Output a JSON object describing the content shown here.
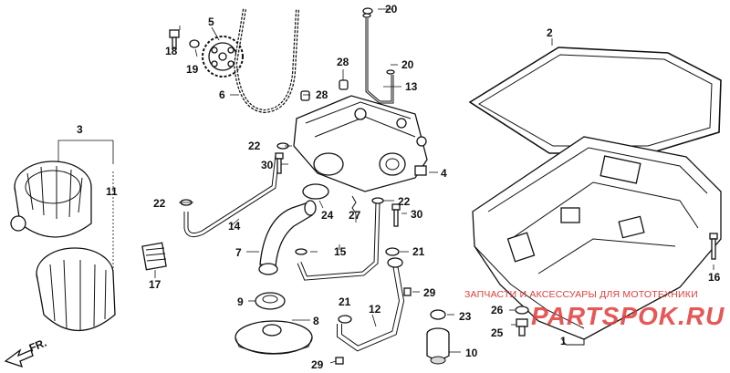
{
  "callouts": [
    {
      "id": "c1",
      "label": "1"
    },
    {
      "id": "c2",
      "label": "2"
    },
    {
      "id": "c3",
      "label": "3"
    },
    {
      "id": "c4",
      "label": "4"
    },
    {
      "id": "c5",
      "label": "5"
    },
    {
      "id": "c6",
      "label": "6"
    },
    {
      "id": "c7",
      "label": "7"
    },
    {
      "id": "c8",
      "label": "8"
    },
    {
      "id": "c9",
      "label": "9"
    },
    {
      "id": "c10",
      "label": "10"
    },
    {
      "id": "c11",
      "label": "11"
    },
    {
      "id": "c12",
      "label": "12"
    },
    {
      "id": "c13",
      "label": "13"
    },
    {
      "id": "c14",
      "label": "14"
    },
    {
      "id": "c15",
      "label": "15"
    },
    {
      "id": "c16",
      "label": "16"
    },
    {
      "id": "c17",
      "label": "17"
    },
    {
      "id": "c18",
      "label": "18"
    },
    {
      "id": "c19",
      "label": "19"
    },
    {
      "id": "c20a",
      "label": "20"
    },
    {
      "id": "c20b",
      "label": "20"
    },
    {
      "id": "c21a",
      "label": "21"
    },
    {
      "id": "c21b",
      "label": "21"
    },
    {
      "id": "c22a",
      "label": "22"
    },
    {
      "id": "c22b",
      "label": "22"
    },
    {
      "id": "c22c",
      "label": "22"
    },
    {
      "id": "c23",
      "label": "23"
    },
    {
      "id": "c24",
      "label": "24"
    },
    {
      "id": "c25",
      "label": "25"
    },
    {
      "id": "c26",
      "label": "26"
    },
    {
      "id": "c27",
      "label": "27"
    },
    {
      "id": "c28a",
      "label": "28"
    },
    {
      "id": "c28b",
      "label": "28"
    },
    {
      "id": "c29a",
      "label": "29"
    },
    {
      "id": "c29b",
      "label": "29"
    },
    {
      "id": "c30a",
      "label": "30"
    },
    {
      "id": "c30b",
      "label": "30"
    }
  ],
  "direction_label": "FR.",
  "watermark": {
    "line1": "ЗАПЧАСТИ И АКСЕССУАРЫ ДЛЯ МОТОТЕХНИКИ",
    "line2": "PARTSPOK.RU",
    "color": "#e23b3b"
  }
}
